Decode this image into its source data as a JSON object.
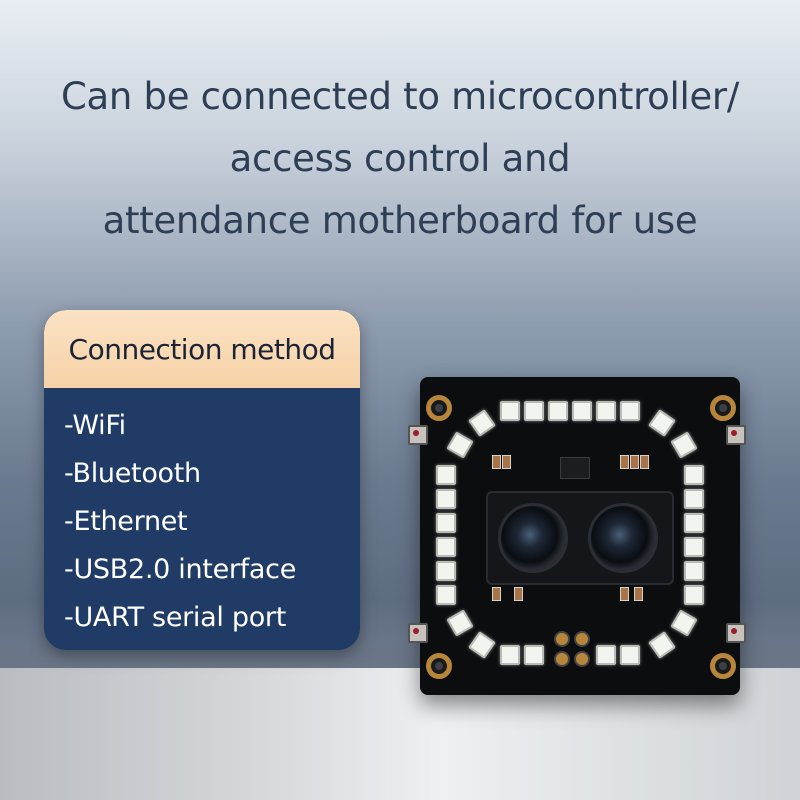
{
  "headline": {
    "line1": "Can be connected to microcontroller/",
    "line2": "access control and",
    "line3": "attendance motherboard for use"
  },
  "connection": {
    "title": "Connection method",
    "items": [
      "-WiFi",
      "-Bluetooth",
      "-Ethernet",
      "-USB2.0 interface",
      "-UART serial port"
    ]
  },
  "colors": {
    "title_text": "#2e3e55",
    "card_body": "#1f3b66",
    "card_header": "#f6d2a6"
  },
  "image": {
    "subject": "camera-module-pcb-icon"
  }
}
